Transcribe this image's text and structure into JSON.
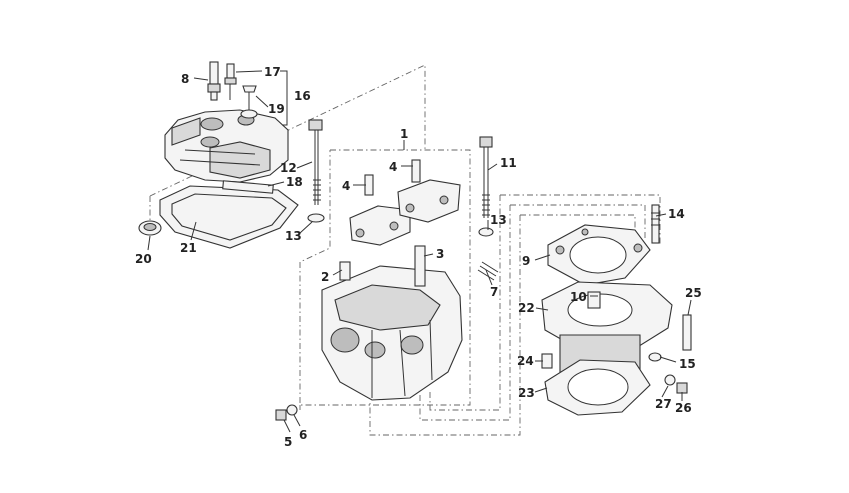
{
  "labels": {
    "l1": "1",
    "l2": "2",
    "l3": "3",
    "l4a": "4",
    "l4b": "4",
    "l5": "5",
    "l6": "6",
    "l7": "7",
    "l8": "8",
    "l9": "9",
    "l10": "10",
    "l11": "11",
    "l12": "12",
    "l13a": "13",
    "l13b": "13",
    "l14": "14",
    "l15": "15",
    "l16": "16",
    "l17": "17",
    "l18": "18",
    "l19": "19",
    "l20": "20",
    "l21": "21",
    "l22": "22",
    "l23": "23",
    "l24": "24",
    "l25": "25",
    "l26": "26",
    "l27": "27"
  },
  "colors": {
    "ink": "#222222",
    "fill": "#f4f4f4",
    "shade": "#bdbdbd"
  }
}
